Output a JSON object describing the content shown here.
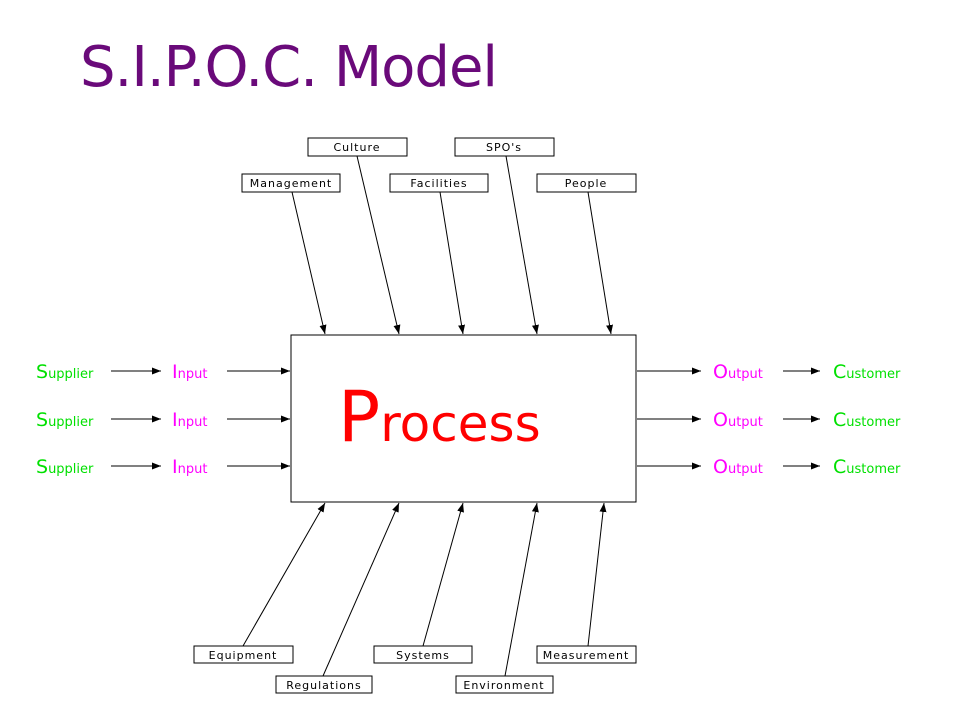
{
  "title": "S.I.P.O.C. Model",
  "process": {
    "cap": "P",
    "rest": "rocess"
  },
  "top_boxes": [
    "Culture",
    "SPO's",
    "Management",
    "Facilities",
    "People"
  ],
  "bottom_boxes": [
    "Equipment",
    "Systems",
    "Measurement",
    "Regulations",
    "Environment"
  ],
  "left": {
    "supplier": {
      "cap": "S",
      "rest": "upplier"
    },
    "input": {
      "cap": "I",
      "rest": "nput"
    }
  },
  "right": {
    "output": {
      "cap": "O",
      "rest": "utput"
    },
    "customer": {
      "cap": "C",
      "rest": "ustomer"
    }
  },
  "colors": {
    "title": "#6a0a7a",
    "supplier_customer": "#00e000",
    "input_output": "#ff00ff",
    "process": "#ff0000"
  }
}
